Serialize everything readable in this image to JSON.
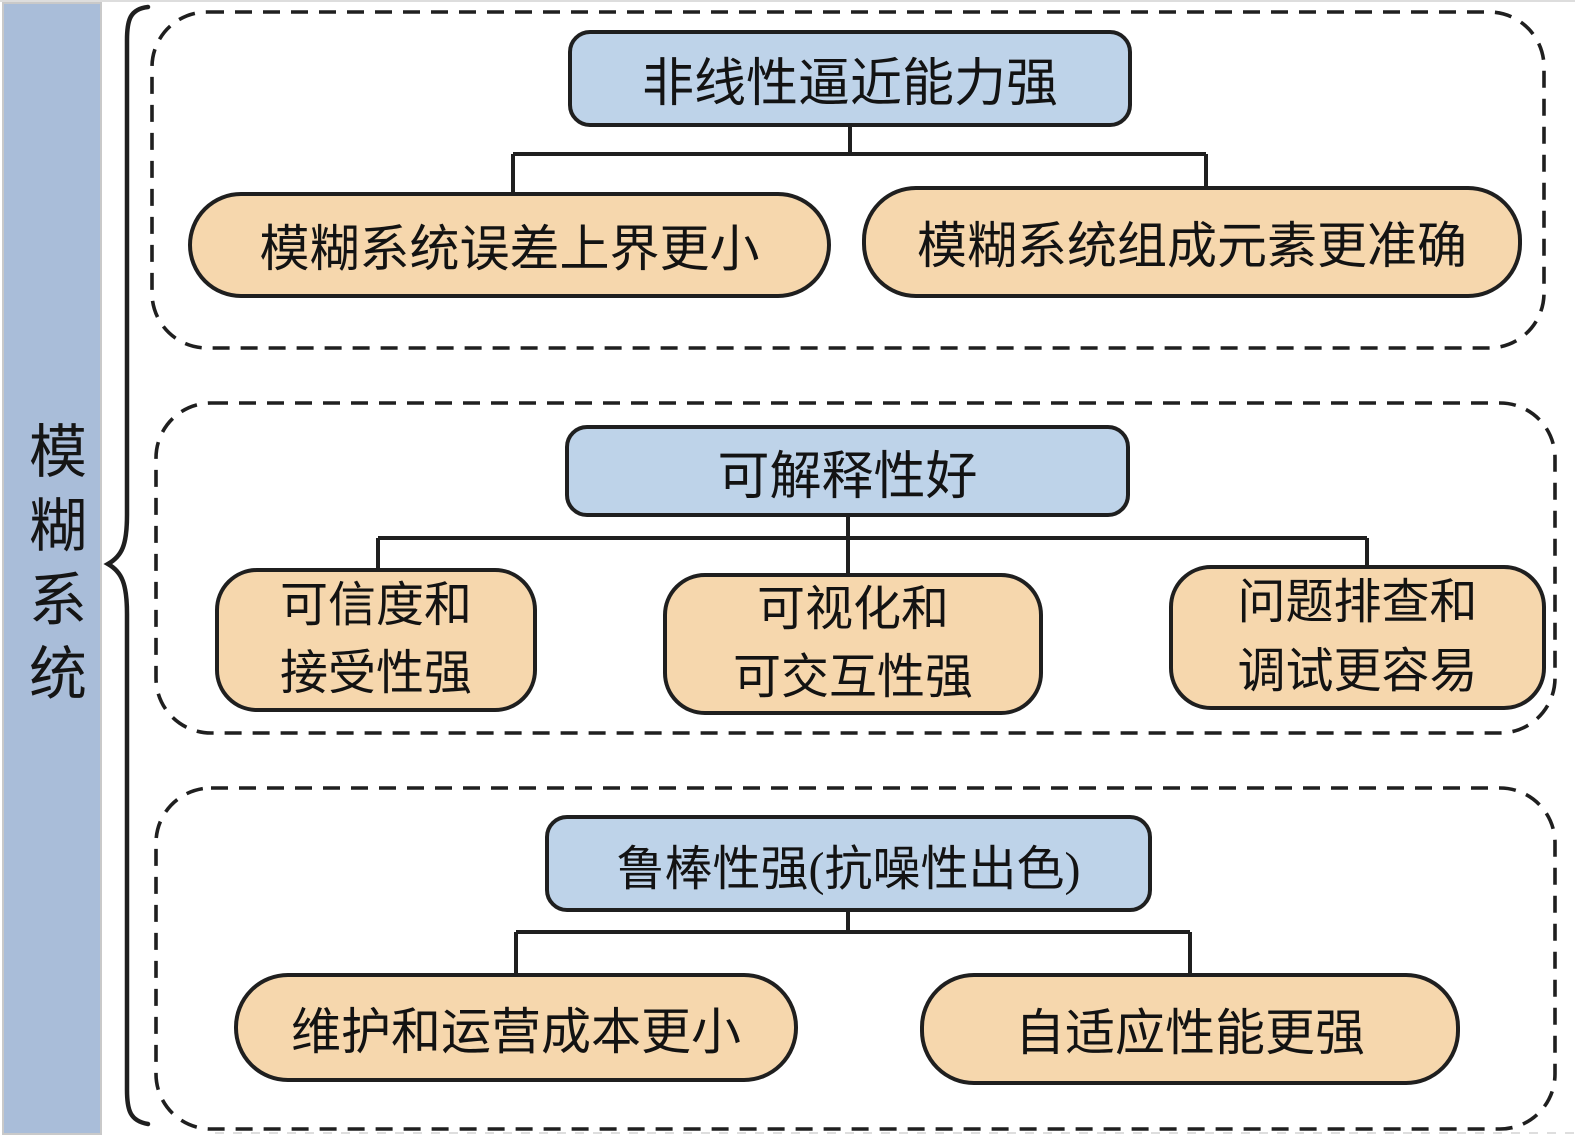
{
  "root": {
    "label": "模糊系统"
  },
  "colors": {
    "parent_fill": "#bed3e9",
    "child_fill": "#f6d7ad",
    "root_bar_fill": "#a9bdd9",
    "stroke": "#1f1f1f"
  },
  "sections": [
    {
      "parent": "非线性逼近能力强",
      "children": [
        "模糊系统误差上界更小",
        "模糊系统组成元素更准确"
      ]
    },
    {
      "parent": "可解释性好",
      "children": [
        "可信度和\n接受性强",
        "可视化和\n可交互性强",
        "问题排查和\n调试更容易"
      ]
    },
    {
      "parent": "鲁棒性强(抗噪性出色)",
      "children": [
        "维护和运营成本更小",
        "自适应性能更强"
      ]
    }
  ]
}
